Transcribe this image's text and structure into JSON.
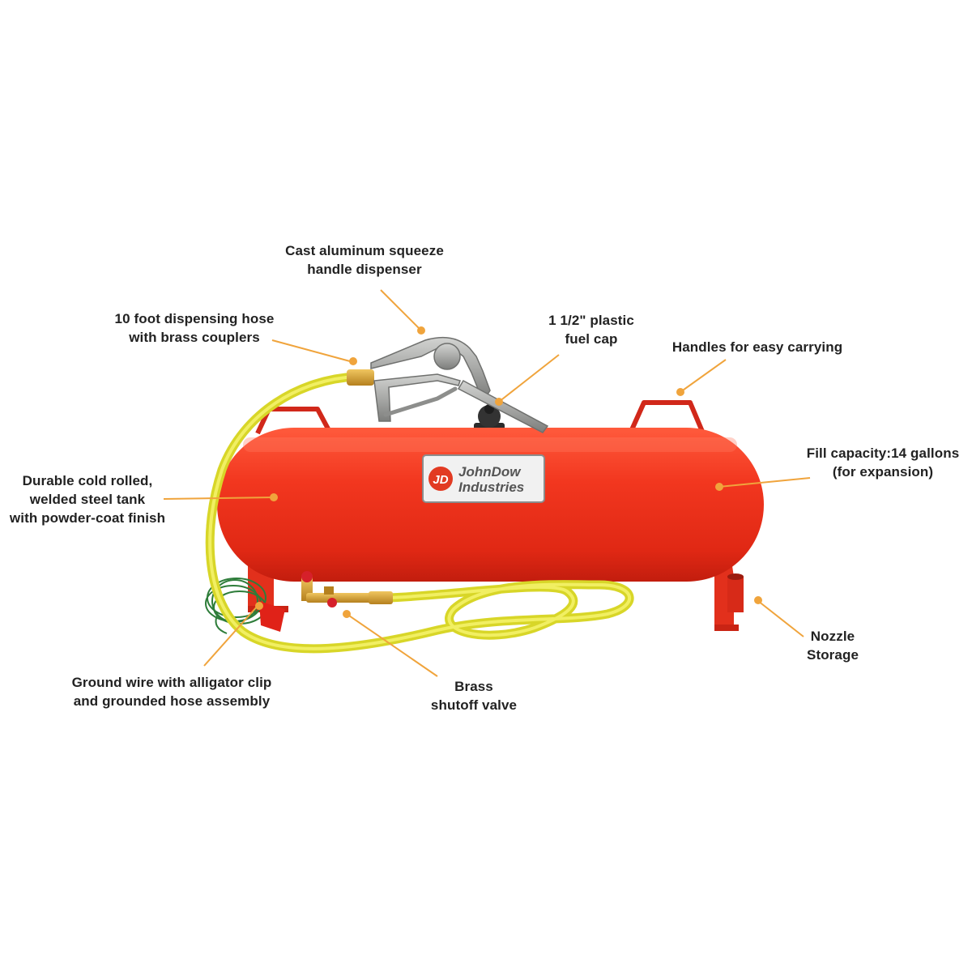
{
  "logo": {
    "monogram": "JD",
    "line1": "JohnDow",
    "line2": "Industries"
  },
  "colors": {
    "tank": "#f0301c",
    "leader": "#f0a43c",
    "hose": "#e7e43a",
    "brass": "#d8a23c",
    "nozzle": "#a7a8a6",
    "ground_wire": "#2e7d3a"
  },
  "callouts": [
    {
      "id": "nozzle-dispenser",
      "lines": [
        "Cast aluminum squeeze",
        "handle dispenser"
      ]
    },
    {
      "id": "dispensing-hose",
      "lines": [
        "10 foot dispensing hose",
        "with brass couplers"
      ]
    },
    {
      "id": "fuel-cap",
      "lines": [
        "1 1/2\" plastic",
        "fuel cap"
      ]
    },
    {
      "id": "handles",
      "lines": [
        "Handles for easy carrying"
      ]
    },
    {
      "id": "fill-capacity",
      "lines": [
        "Fill capacity:14 gallons",
        "(for expansion)"
      ]
    },
    {
      "id": "steel-tank",
      "lines": [
        "Durable cold rolled,",
        "welded steel tank",
        "with powder-coat finish"
      ]
    },
    {
      "id": "nozzle-storage",
      "lines": [
        "Nozzle",
        "Storage"
      ]
    },
    {
      "id": "ground-wire",
      "lines": [
        "Ground wire with alligator clip",
        "and grounded hose assembly"
      ]
    },
    {
      "id": "shutoff-valve",
      "lines": [
        "Brass",
        "shutoff valve"
      ]
    }
  ]
}
